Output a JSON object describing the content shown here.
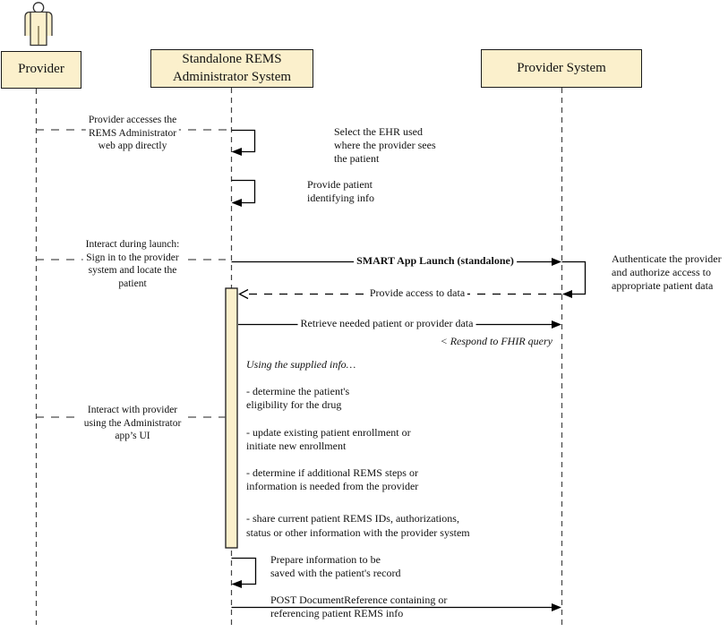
{
  "diagram": {
    "type": "sequence-diagram",
    "colors": {
      "node_fill": "#FBF0CC",
      "node_border": "#1A1A1A",
      "message_line": "#000000",
      "dashed_line": "#4D4D4D",
      "background": "#FFFFFF"
    },
    "participants": [
      {
        "id": "provider",
        "label": "Provider",
        "kind": "actor"
      },
      {
        "id": "rems-admin",
        "label": "Standalone REMS\nAdministrator System",
        "kind": "system"
      },
      {
        "id": "provider-system",
        "label": "Provider System",
        "kind": "system"
      }
    ],
    "messages": {
      "m1": {
        "text": "Provider accesses the\nREMS Administrator\nweb app directly",
        "from": "provider",
        "to": "rems-admin",
        "style": "dashed"
      },
      "m2": {
        "text": "Select the EHR used\nwhere the provider sees\nthe patient",
        "from": "rems-admin",
        "to": "rems-admin",
        "style": "self"
      },
      "m3": {
        "text": "Provide patient\nidentifying info",
        "from": "rems-admin",
        "to": "rems-admin",
        "style": "self"
      },
      "m4": {
        "text": "Interact during launch:\nSign in to the provider\nsystem and locate the\npatient",
        "from": "provider",
        "to": "rems-admin",
        "style": "dashed"
      },
      "m5": {
        "text": "SMART App Launch (standalone)",
        "from": "rems-admin",
        "to": "provider-system",
        "style": "solid-arrow"
      },
      "m6": {
        "text": "Authenticate the provider\nand authorize access to\nappropriate patient data",
        "from": "provider-system",
        "to": "provider-system",
        "style": "self"
      },
      "m7": {
        "text": "Provide access to data",
        "from": "provider-system",
        "to": "rems-admin",
        "style": "dashed-return"
      },
      "m8": {
        "text": "Retrieve needed patient or provider data",
        "from": "rems-admin",
        "to": "provider-system",
        "style": "solid-arrow"
      },
      "m9": {
        "text": "< Respond to FHIR query",
        "from": "provider-system",
        "to": "rems-admin",
        "style": "italic-note"
      },
      "m10": {
        "text": "Using the supplied info…",
        "style": "note-italic"
      },
      "m11": {
        "text": "- determine the patient's\neligibility for the drug",
        "style": "note"
      },
      "m12": {
        "text": "- update existing patient enrollment or\ninitiate new enrollment",
        "style": "note"
      },
      "m13": {
        "text": "- determine if additional REMS steps or\ninformation is needed from the provider",
        "style": "note"
      },
      "m14": {
        "text": "- share current patient REMS IDs, authorizations,\nstatus or other information with the provider system",
        "style": "note"
      },
      "m15": {
        "text": "Interact with provider\nusing the Administrator\napp’s UI",
        "from": "provider",
        "to": "rems-admin",
        "style": "dashed"
      },
      "m16": {
        "text": "Prepare information to be\nsaved with the patient's record",
        "from": "rems-admin",
        "to": "rems-admin",
        "style": "self"
      },
      "m17": {
        "text": "POST DocumentReference containing or\nreferencing patient REMS info",
        "from": "rems-admin",
        "to": "provider-system",
        "style": "solid-arrow"
      }
    }
  }
}
